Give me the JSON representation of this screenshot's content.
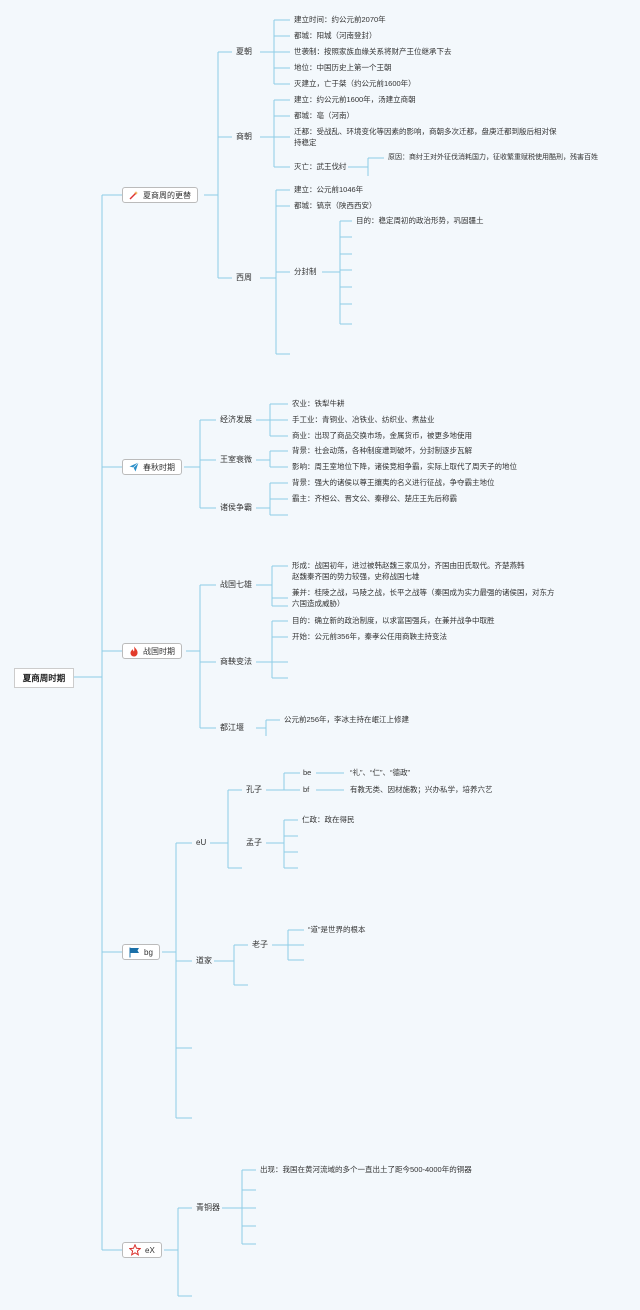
{
  "root": "夏商周时期",
  "topics": {
    "t1": {
      "label": "夏商周的更替"
    },
    "t2": {
      "label": "春秋时期"
    },
    "t3": {
      "label": "战国时期"
    },
    "t4": {
      "label": "bg"
    },
    "t5": {
      "label": "eX"
    }
  },
  "xia": {
    "label": "夏朝",
    "items": [
      "建立时间：约公元前2070年",
      "都城：阳城（河南登封）",
      "世袭制：按照家族血缘关系将财产王位继承下去",
      "地位：中国历史上第一个王朝",
      "灭建立，亡于桀（约公元前1600年）"
    ]
  },
  "shang": {
    "label": "商朝",
    "items": [
      "建立：约公元前1600年，汤建立商朝",
      "都城：亳（河南）"
    ],
    "qianyi_1": "迁都：受战乱、环境变化等因素的影响，商朝多次迁都，盘庚迁都到殷后相对保",
    "qianyi_2": "持稳定",
    "miewang": "灭亡：武王伐纣",
    "yuanyin": "原因：商纣王对外征伐消耗国力，征收繁重赋税使用酷刑，残害百姓"
  },
  "xizhou": {
    "label": "西周",
    "items": [
      "建立：公元前1046年",
      "都城：镐京（陕西西安）"
    ],
    "fenfeng": "分封制",
    "mudi": "目的：稳定周初的政治形势，巩固疆土"
  },
  "chunqiu": {
    "jingji": "经济发展",
    "jingji_items": [
      "农业：铁犁牛耕",
      "手工业：青铜业、冶铁业、纺织业、煮盐业",
      "商业：出现了商品交换市场，金属货币，被更多地使用"
    ],
    "wangshi": "王室衰微",
    "wangshi_items": [
      "背景：社会动荡，各种制度遭到破坏，分封制逐步瓦解",
      "影响：周王室地位下降，诸侯竞相争霸，实际上取代了周天子的地位"
    ],
    "zhengba": "诸侯争霸",
    "zhengba_items": [
      "背景：强大的诸侯以尊王攘夷的名义进行征战，争夺霸主地位",
      "霸主：齐桓公、晋文公、秦穆公、楚庄王先后称霸"
    ]
  },
  "zhanguo": {
    "qixiong": "战国七雄",
    "xingcheng_1": "形成：战国初年，进过被韩赵魏三家瓜分，齐国由田氏取代。齐楚燕韩",
    "xingcheng_2": "赵魏秦齐国的势力较强，史称战国七雄",
    "jianbing_1": "兼并：桂陵之战，马陵之战，长平之战等（秦国成为实力最强的诸侯国，对东方",
    "jianbing_2": "六国造成威胁）",
    "bianfa": "商鞅变法",
    "bianfa_items": [
      "目的：确立新的政治制度，以求富国强兵，在兼并战争中取胜",
      "开始：公元前356年，秦孝公任用商鞅主持变法"
    ],
    "dujiangyan": "都江堰",
    "dujiangyan_item": "公元前256年，李冰主持在岷江上修建"
  },
  "bg": {
    "eu": "eU",
    "kongzi": "孔子",
    "be": "be",
    "be_item": "“礼”、“仁”、“德政”",
    "bf": "bf",
    "bf_item": "有教无类、因材施教；兴办私学，培养六艺",
    "mengzi": "孟子",
    "renzheng": "仁政：政在得民",
    "daojia": "道家",
    "laozi": "老子",
    "dao": "“道”是世界的根本"
  },
  "ex": {
    "qingtong": "青铜器",
    "chuxian": "出现：我国在黄河流域的多个一直出土了距今500-4000年的铜器"
  },
  "colors": {
    "line": "#8ecde6",
    "bg": "#f3f8fc"
  }
}
